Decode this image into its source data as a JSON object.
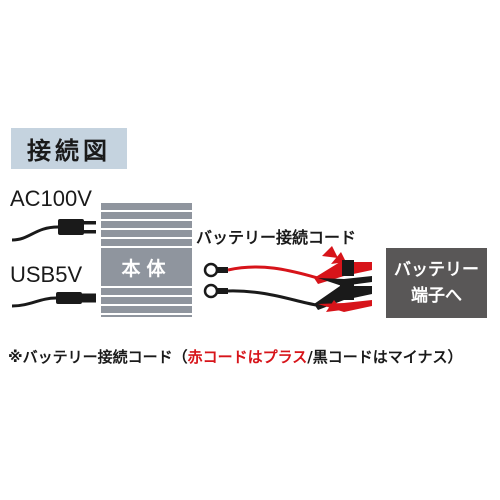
{
  "title": "接続図",
  "sources": {
    "ac": "AC100V",
    "usb": "USB5V"
  },
  "device": {
    "label": "本体"
  },
  "cable": {
    "label": "バッテリー接続コード"
  },
  "target": {
    "line1": "バッテリー",
    "line2": "端子へ"
  },
  "note": {
    "prefix": "※バッテリー接続コード（",
    "red_part": "赤コードはプラス",
    "suffix": "/黒コードはマイナス）"
  },
  "colors": {
    "title_bg": "#c5d3df",
    "device_body": "#8f959e",
    "target_bg": "#595757",
    "red_wire": "#d7141a",
    "black_wire": "#1a1a1a"
  },
  "icons": [
    "ac-plug-icon",
    "usb-plug-icon",
    "red-clamp-icon",
    "black-clamp-icon",
    "ring-terminal-icon"
  ]
}
